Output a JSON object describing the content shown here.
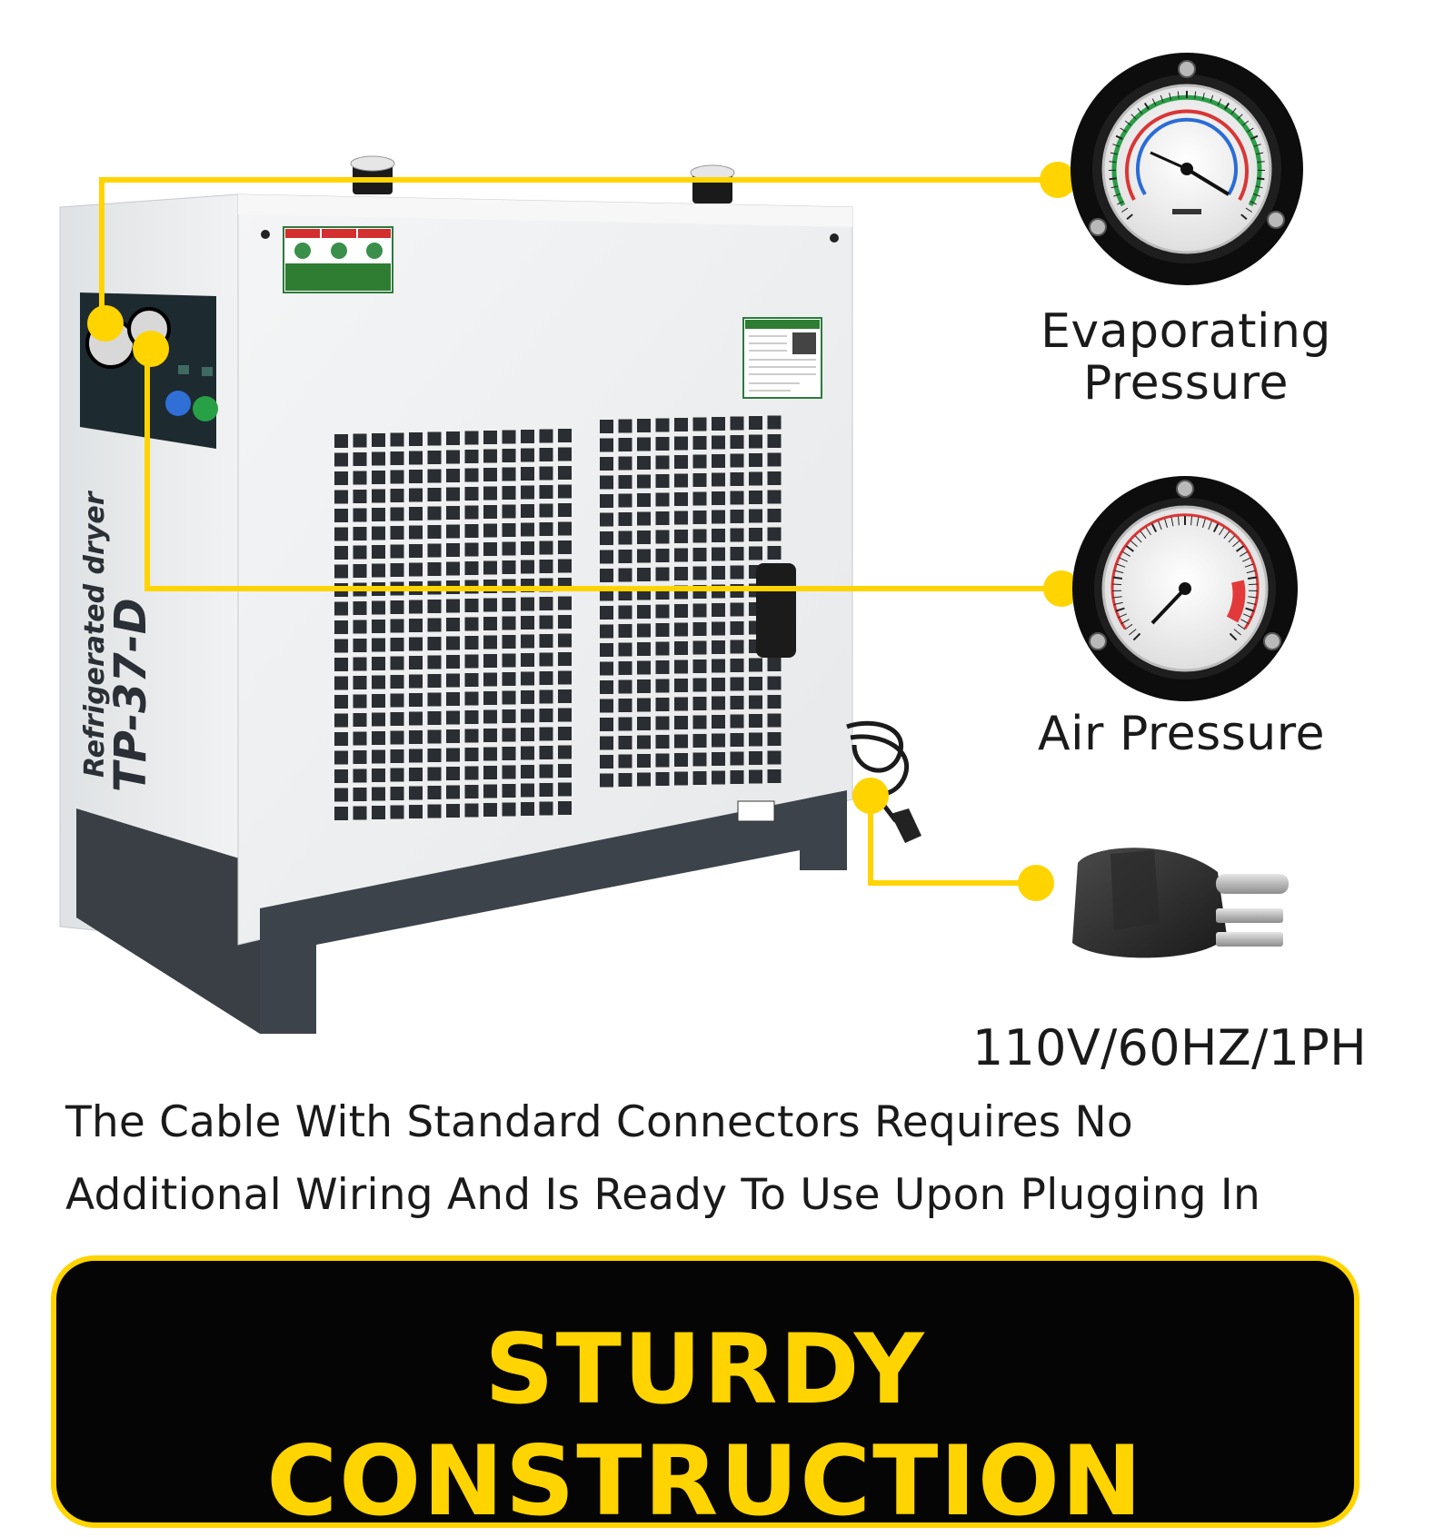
{
  "product": {
    "type_label": "Refrigerated dryer",
    "model_label": "TP-37-D"
  },
  "callouts": {
    "evaporating_pressure": {
      "line1": "Evaporating",
      "line2": "Pressure"
    },
    "air_pressure": "Air Pressure",
    "power_spec": "110V/60HZ/1PH"
  },
  "description": {
    "line1": "The Cable With Standard Connectors Requires No",
    "line2": "Additional Wiring And Is Ready To Use Upon Plugging In"
  },
  "banner": {
    "title": "STURDY CONSTRUCTION"
  },
  "colors": {
    "accent_yellow": "#ffd400",
    "banner_background": "#050505",
    "cabinet_white": "#eceeef",
    "base_dark": "#3a3f45",
    "gauge_rim": "#111111"
  },
  "icons": {
    "evaporating_gauge": "pressure-gauge-icon",
    "air_gauge": "pressure-gauge-icon",
    "plug": "power-plug-icon"
  }
}
